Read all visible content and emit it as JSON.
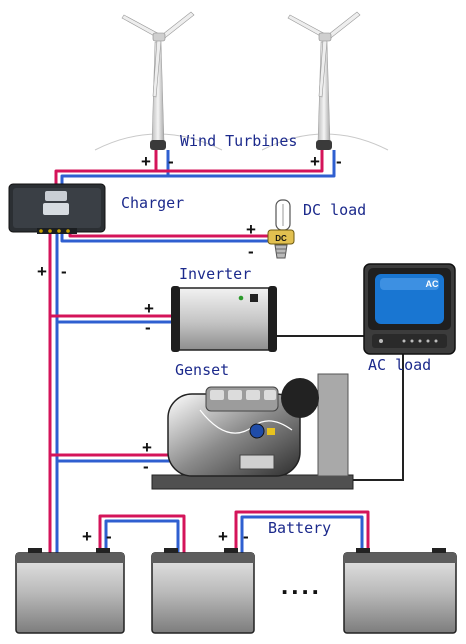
{
  "labels": {
    "wind_turbines": "Wind Turbines",
    "charger": "Charger",
    "dc_load": "DC load",
    "inverter": "Inverter",
    "ac_load": "AC load",
    "genset": "Genset",
    "battery": "Battery",
    "ellipsis": "...."
  },
  "device_text": {
    "tv_badge": "AC",
    "bulb_badge": "DC"
  },
  "signs": {
    "plus": "+",
    "minus": "-"
  },
  "colors": {
    "positive_wire": "#d4145a",
    "negative_wire": "#2f5fd0",
    "ac_wire": "#222222",
    "label_text": "#1c2a8c"
  }
}
